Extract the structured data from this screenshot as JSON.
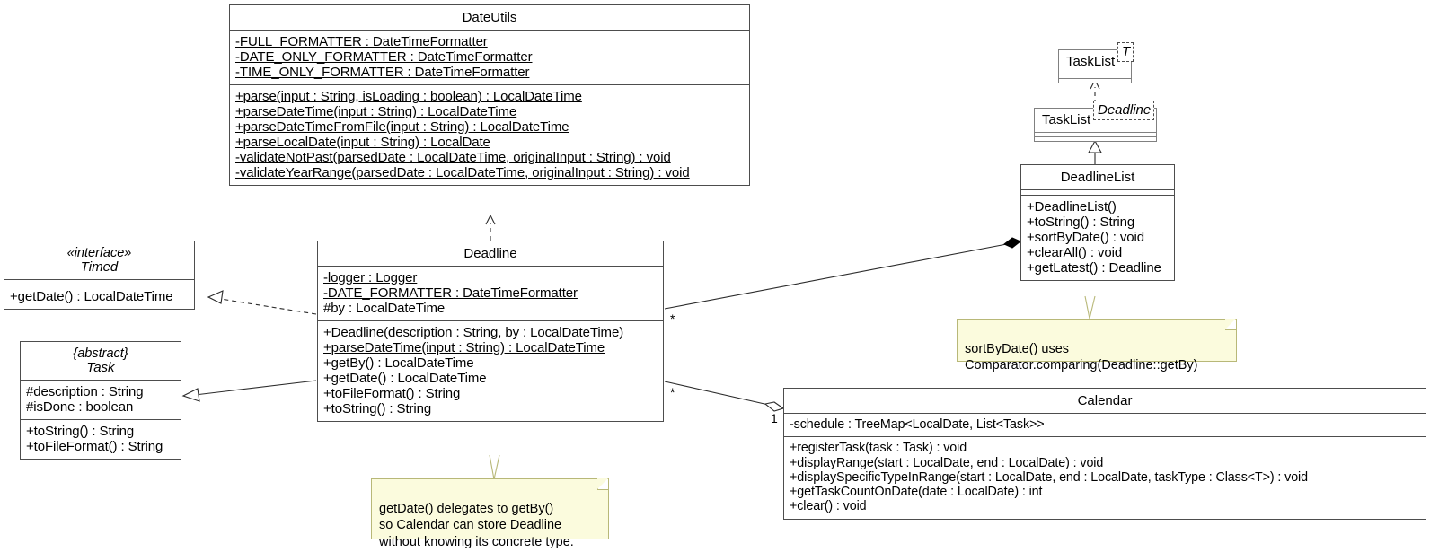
{
  "diagram": {
    "title": "UML Class Diagram",
    "background": "#ffffff",
    "line_color": "#2b2b2b",
    "note_fill": "#fbfbdd",
    "note_border": "#b8b878"
  },
  "classes": {
    "dateutils": {
      "name": "DateUtils",
      "attributes": [
        "-FULL_FORMATTER : DateTimeFormatter",
        "-DATE_ONLY_FORMATTER : DateTimeFormatter",
        "-TIME_ONLY_FORMATTER : DateTimeFormatter"
      ],
      "methods": [
        "+parse(input : String, isLoading : boolean) : LocalDateTime",
        "+parseDateTime(input : String) : LocalDateTime",
        "+parseDateTimeFromFile(input : String) : LocalDateTime",
        "+parseLocalDate(input : String) : LocalDate",
        "-validateNotPast(parsedDate : LocalDateTime, originalInput : String) : void",
        "-validateYearRange(parsedDate : LocalDateTime, originalInput : String) : void"
      ]
    },
    "timed": {
      "stereotype": "«interface»",
      "name": "Timed",
      "methods": [
        "+getDate() : LocalDateTime"
      ]
    },
    "task": {
      "stereotype": "{abstract}",
      "name": "Task",
      "attributes": [
        "#description : String",
        "#isDone : boolean"
      ],
      "methods": [
        "+toString() : String",
        "+toFileFormat() : String"
      ]
    },
    "deadline": {
      "name": "Deadline",
      "attributes": [
        "-logger : Logger",
        "-DATE_FORMATTER : DateTimeFormatter",
        "#by : LocalDateTime"
      ],
      "methods": [
        "+Deadline(description : String, by : LocalDateTime)",
        "+parseDateTime(input : String) : LocalDateTime",
        "+getBy() : LocalDateTime",
        "+getDate() : LocalDateTime",
        "+toFileFormat() : String",
        "+toString() : String"
      ]
    },
    "tasklist_generic": {
      "name": "TaskList",
      "parameter": "T"
    },
    "tasklist_bound": {
      "name": "TaskList",
      "parameter": "Deadline"
    },
    "deadlinelist": {
      "name": "DeadlineList",
      "methods": [
        "+DeadlineList()",
        "+toString() : String",
        "+sortByDate() : void",
        "+clearAll() : void",
        "+getLatest() : Deadline"
      ]
    },
    "calendar": {
      "name": "Calendar",
      "attributes": [
        "-schedule : TreeMap<LocalDate, List<Task>>"
      ],
      "methods": [
        "+registerTask(task : Task) : void",
        "+displayRange(start : LocalDate, end : LocalDate) : void",
        "+displaySpecificTypeInRange(start : LocalDate, end : LocalDate, taskType : Class<T>) : void",
        "+getTaskCountOnDate(date : LocalDate) : int",
        "+clear() : void"
      ]
    }
  },
  "notes": {
    "deadlinelist_note": {
      "text": "sortByDate() uses\nComparator.comparing(Deadline::getBy)"
    },
    "deadline_note": {
      "text": "getDate() delegates to getBy()\nso Calendar can store Deadline\nwithout knowing its concrete type."
    }
  },
  "relationships": {
    "deadline_to_dateutils": {
      "type": "dependency",
      "label": ""
    },
    "deadline_to_timed": {
      "type": "realization",
      "label": ""
    },
    "deadline_to_task": {
      "type": "generalization",
      "label": ""
    },
    "deadlinelist_to_tasklist_bound": {
      "type": "generalization",
      "label": ""
    },
    "tasklist_bound_to_tasklist_generic": {
      "type": "bind",
      "label": ""
    },
    "deadlinelist_composes_deadline": {
      "type": "composition",
      "source_multiplicity": "*",
      "target_multiplicity": ""
    },
    "calendar_aggregates_deadline": {
      "type": "aggregation",
      "source_multiplicity": "*",
      "target_multiplicity": "1"
    }
  }
}
